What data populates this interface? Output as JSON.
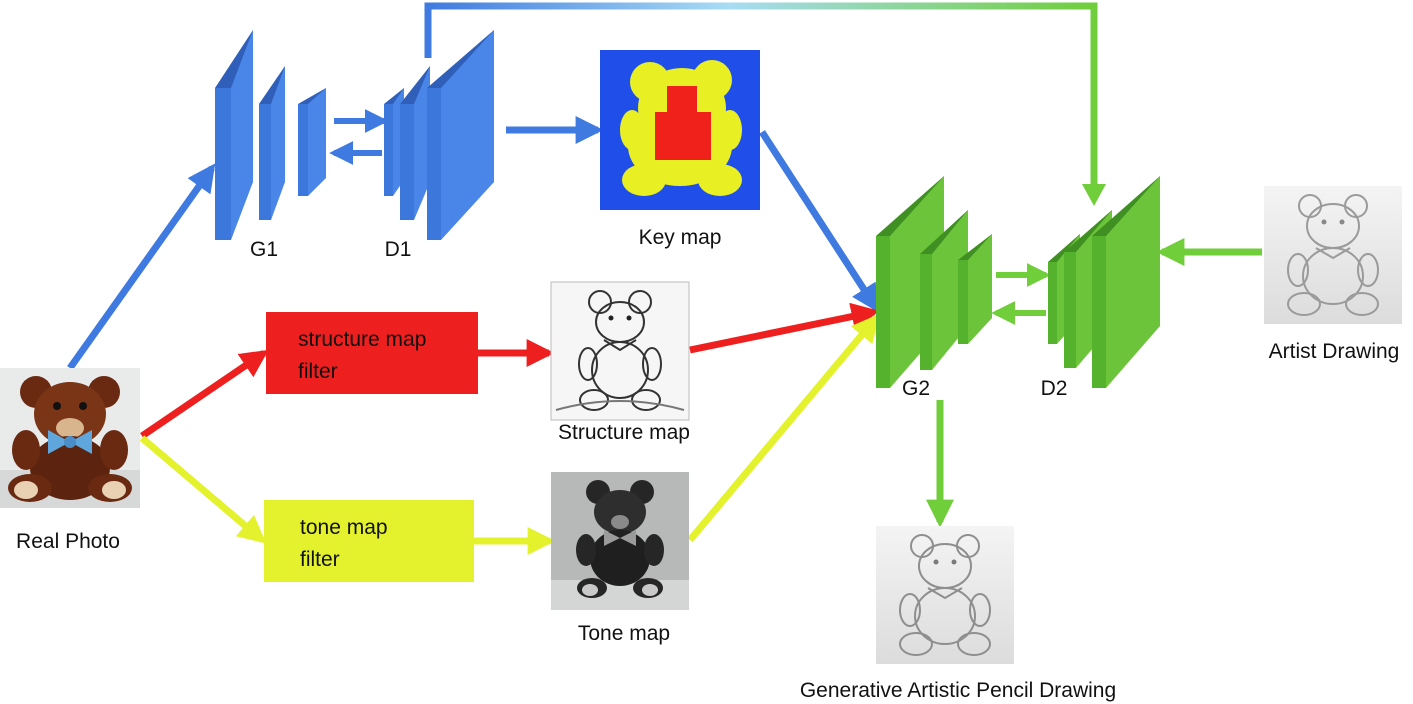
{
  "colors": {
    "blue": "#3f7ae0",
    "red": "#ee1f1f",
    "yellow": "#e4f22e",
    "green": "#6fce3a",
    "green_block": "#55b22c",
    "blue_block": "#3c78dc"
  },
  "networks": {
    "g1": "G1",
    "d1": "D1",
    "g2": "G2",
    "d2": "D2"
  },
  "filters": {
    "structure_line1": "structure  map",
    "structure_line2": "filter",
    "tone_line1": "tone map",
    "tone_line2": "filter"
  },
  "images": {
    "real_photo": "Real Photo",
    "key_map": "Key map",
    "structure_map": "Structure map",
    "tone_map": "Tone map",
    "artist_drawing": "Artist Drawing",
    "output": "Generative Artistic Pencil Drawing"
  }
}
